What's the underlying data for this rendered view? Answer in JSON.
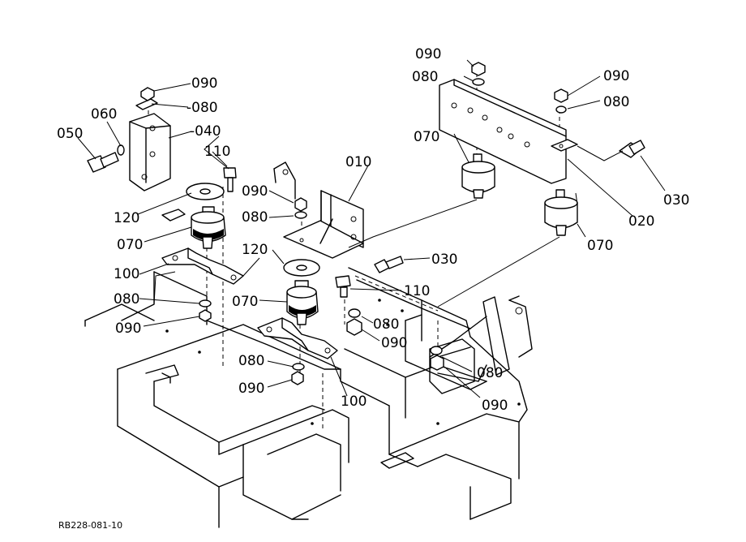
{
  "labels": {
    "l090_top_right_a": "090",
    "l080_top_right_a": "080",
    "l090_top_right_b": "090",
    "l080_top_right_b": "080",
    "l070_right_upper": "070",
    "l030_right": "030",
    "l020_right": "020",
    "l070_right_lower": "070",
    "l090_left_top": "090",
    "l080_left_top": "-080",
    "l060_left": "060",
    "l050_left": "050",
    "l040_left": "-040",
    "l110_left": "110",
    "l120_left": "120",
    "l070_left": "070",
    "l100_left": "100",
    "l080_left_mid": "080",
    "l090_left_mid": "090",
    "l010_center": "010",
    "l090_center": "090",
    "l080_center": "080",
    "l120_center": "120",
    "l030_center": "030",
    "l110_center": "110",
    "l070_center": "070",
    "l080_center_low": "080",
    "l090_center_low": "090",
    "l080_bottom_center": "080",
    "l090_bottom_center": "090",
    "l100_bottom_center": "100",
    "l080_bottom_right": "080",
    "l090_bottom_right": "090"
  },
  "reference_code": "RB228-081-10"
}
